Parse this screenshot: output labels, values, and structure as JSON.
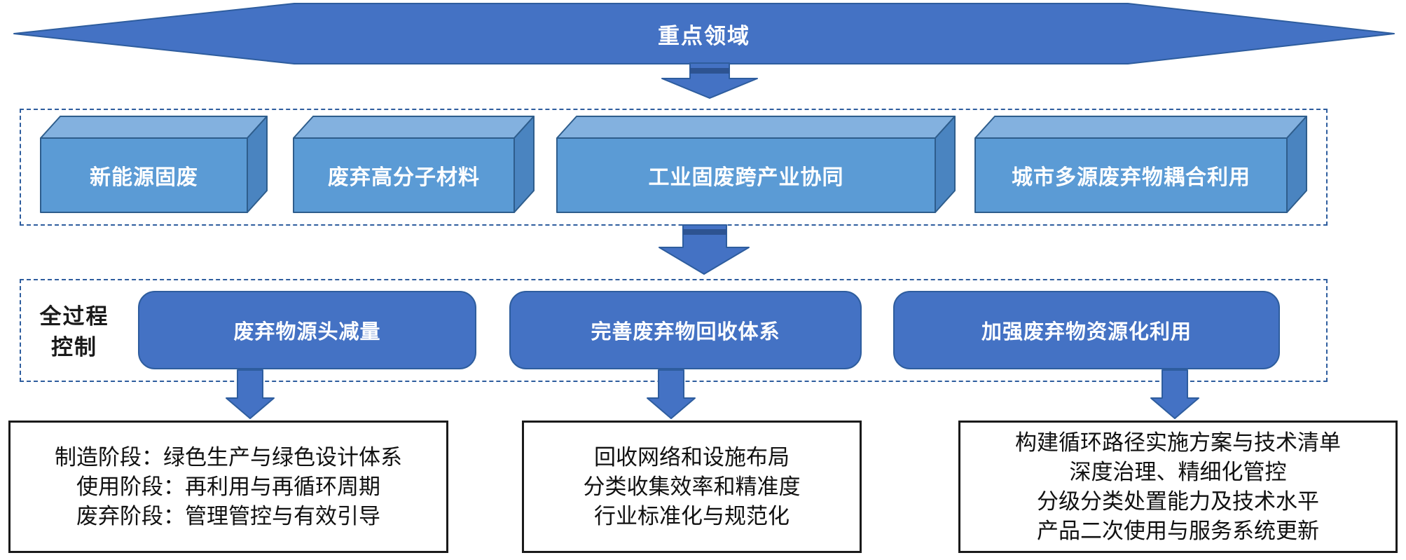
{
  "banner": {
    "label": "重点领域"
  },
  "key_areas": {
    "boxes": [
      {
        "label": "新能源固废"
      },
      {
        "label": "废弃高分子材料"
      },
      {
        "label": "工业固废跨产业协同"
      },
      {
        "label": "城市多源废弃物耦合利用"
      }
    ]
  },
  "process_control": {
    "label_lines": [
      "全过程",
      "控制"
    ],
    "stages": [
      {
        "label": "废弃物源头减量"
      },
      {
        "label": "完善废弃物回收体系"
      },
      {
        "label": "加强废弃物资源化利用"
      }
    ]
  },
  "details": [
    {
      "lines": [
        "制造阶段：绿色生产与绿色设计体系",
        "使用阶段：再利用与再循环周期",
        "废弃阶段：管理管控与有效引导"
      ]
    },
    {
      "lines": [
        "回收网络和设施布局",
        "分类收集效率和精准度",
        "行业标准化与规范化"
      ]
    },
    {
      "lines": [
        "构建循环路径实施方案与技术清单",
        "深度治理、精细化管控",
        "分级分类处置能力及技术水平",
        "产品二次使用与服务系统更新"
      ]
    }
  ],
  "colors": {
    "primary": "#4472C4",
    "outline": "#2E5D9E",
    "arrow_band": "#2D5391",
    "cube_front": "#5B9BD5",
    "cube_top": "#83B1DF",
    "cube_side": "#4A84C0",
    "detail_border": "#1A1A1A"
  }
}
